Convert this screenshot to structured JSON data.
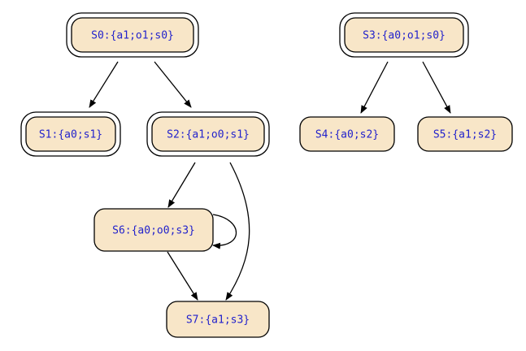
{
  "diagram": {
    "colors": {
      "node_fill": "#f8e6c8",
      "node_stroke": "#000000",
      "label_text": "#2222cc",
      "edge": "#000000"
    },
    "nodes": [
      {
        "id": "S0",
        "label": "S0:{a1;o1;s0}",
        "initial": true
      },
      {
        "id": "S1",
        "label": "S1:{a0;s1}",
        "initial": true
      },
      {
        "id": "S2",
        "label": "S2:{a1;o0;s1}",
        "initial": true
      },
      {
        "id": "S3",
        "label": "S3:{a0;o1;s0}",
        "initial": true
      },
      {
        "id": "S4",
        "label": "S4:{a0;s2}",
        "initial": false
      },
      {
        "id": "S5",
        "label": "S5:{a1;s2}",
        "initial": false
      },
      {
        "id": "S6",
        "label": "S6:{a0;o0;s3}",
        "initial": false
      },
      {
        "id": "S7",
        "label": "S7:{a1;s3}",
        "initial": false
      }
    ],
    "edges": [
      {
        "from": "S0",
        "to": "S1"
      },
      {
        "from": "S0",
        "to": "S2"
      },
      {
        "from": "S2",
        "to": "S6"
      },
      {
        "from": "S2",
        "to": "S7"
      },
      {
        "from": "S6",
        "to": "S6"
      },
      {
        "from": "S6",
        "to": "S7"
      },
      {
        "from": "S3",
        "to": "S4"
      },
      {
        "from": "S3",
        "to": "S5"
      }
    ]
  }
}
